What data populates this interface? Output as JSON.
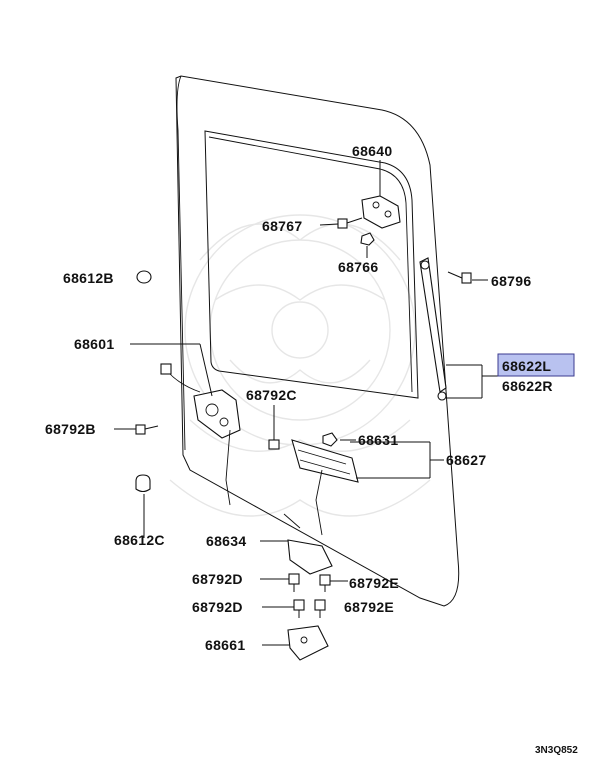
{
  "diagram": {
    "reference_code": "3N3Q852",
    "highlight_color": "#b9c2f0",
    "callouts": [
      {
        "id": "68640",
        "label": "68640"
      },
      {
        "id": "68767",
        "label": "68767"
      },
      {
        "id": "68766",
        "label": "68766"
      },
      {
        "id": "68796",
        "label": "68796"
      },
      {
        "id": "68612B",
        "label": "68612B"
      },
      {
        "id": "68622L",
        "label": "68622L",
        "highlighted": true
      },
      {
        "id": "68622R",
        "label": "68622R"
      },
      {
        "id": "68601",
        "label": "68601"
      },
      {
        "id": "68792C",
        "label": "68792C"
      },
      {
        "id": "68631",
        "label": "68631"
      },
      {
        "id": "68792B",
        "label": "68792B"
      },
      {
        "id": "68627",
        "label": "68627"
      },
      {
        "id": "68612C",
        "label": "68612C"
      },
      {
        "id": "68634",
        "label": "68634"
      },
      {
        "id": "68792D_1",
        "label": "68792D"
      },
      {
        "id": "68792E_1",
        "label": "68792E"
      },
      {
        "id": "68792D_2",
        "label": "68792D"
      },
      {
        "id": "68792E_2",
        "label": "68792E"
      },
      {
        "id": "68661",
        "label": "68661"
      }
    ]
  }
}
